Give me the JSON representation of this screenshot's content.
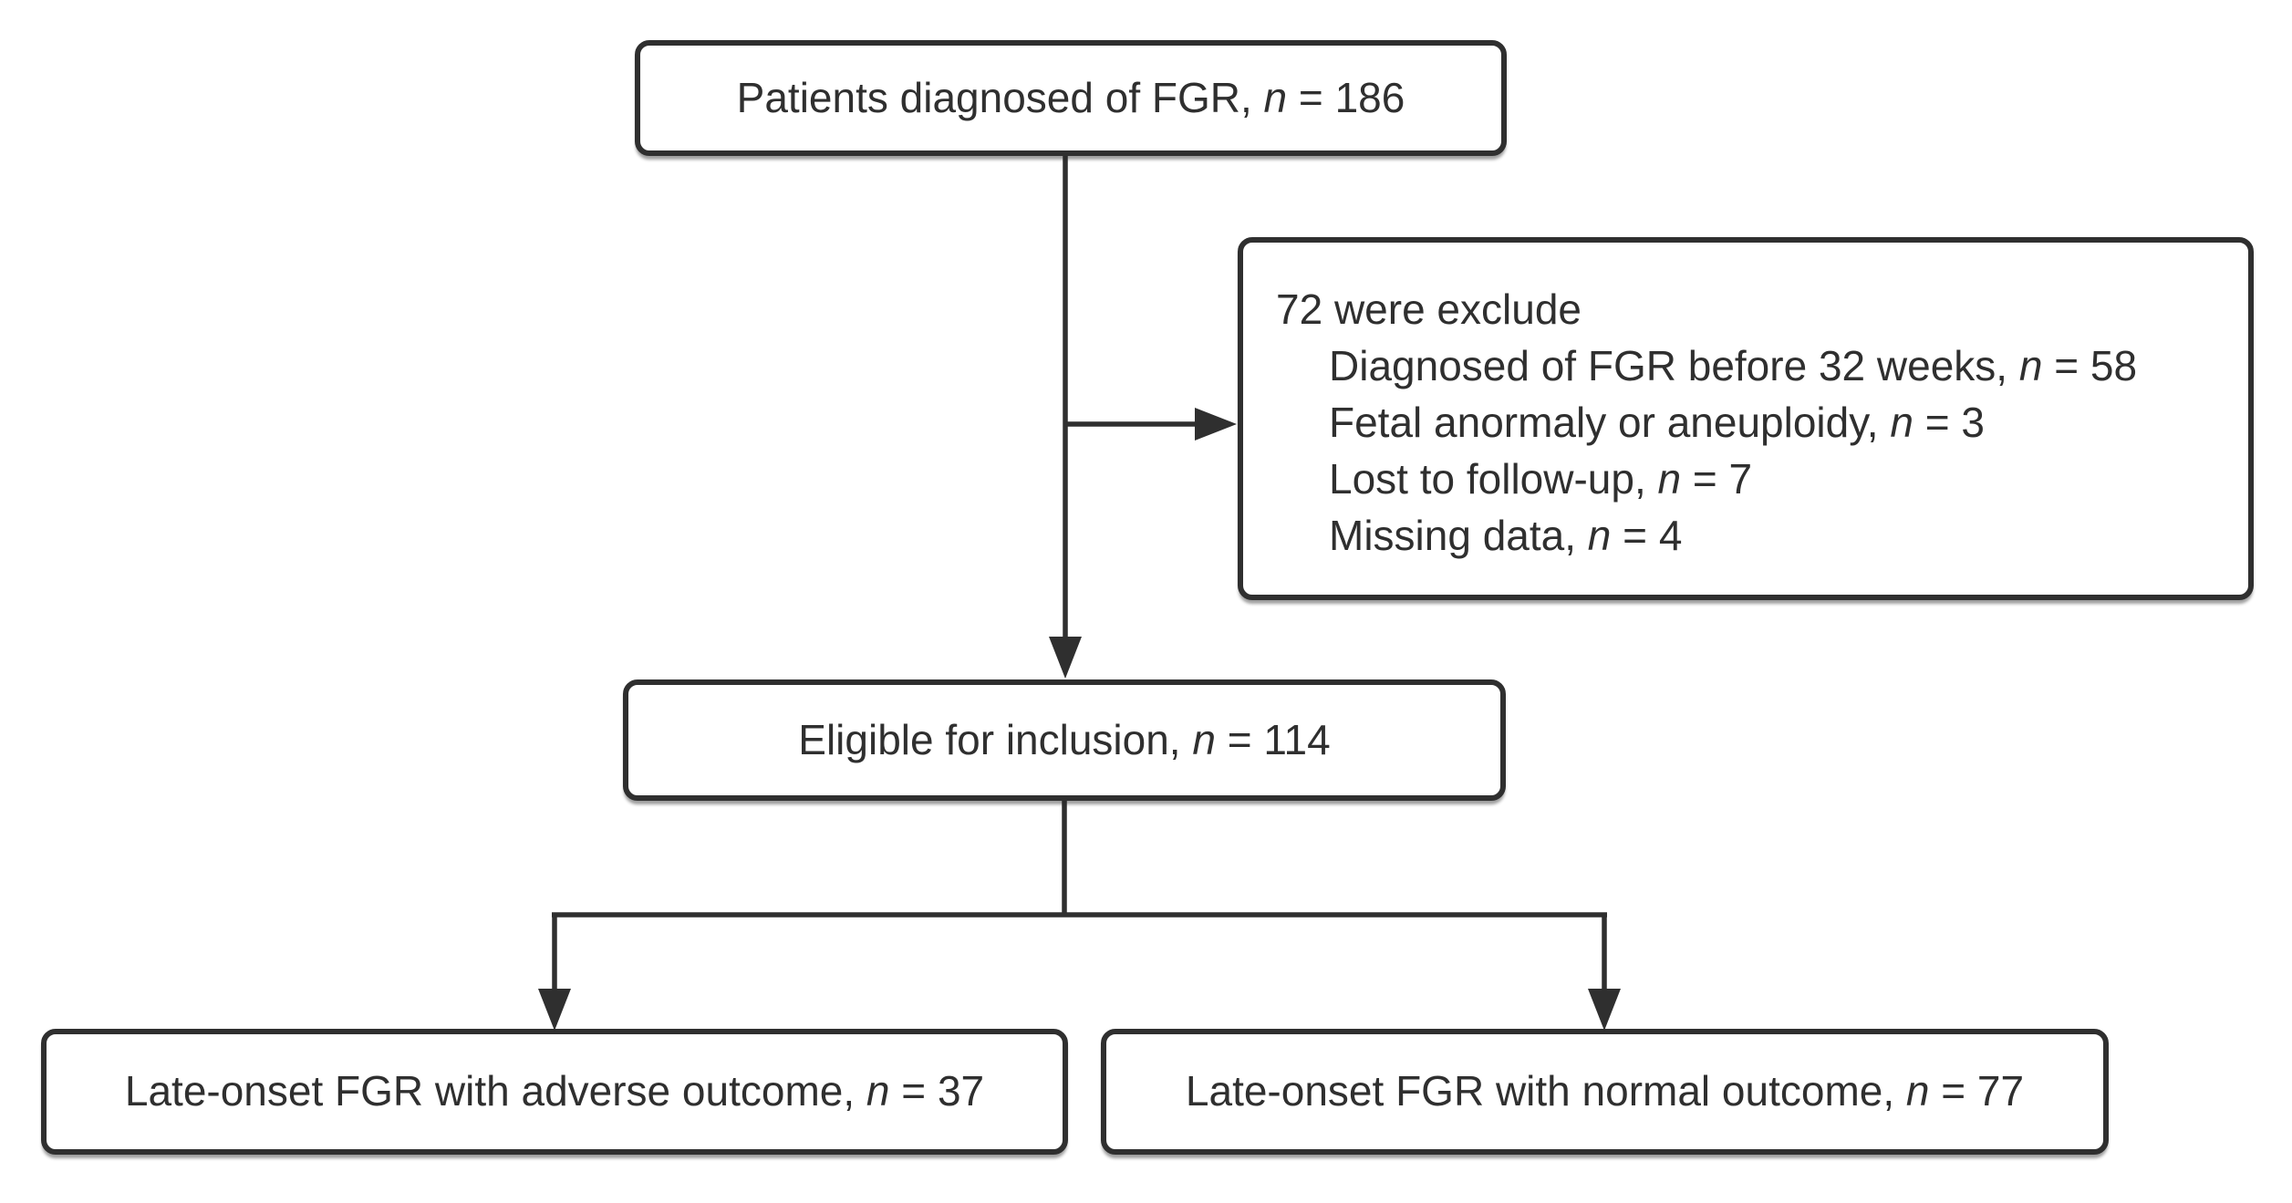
{
  "figure": {
    "kind": "patient-flow-diagram",
    "nodes": {
      "top": {
        "text": "Patients diagnosed of FGR, ",
        "n": "n",
        "value": " = 186"
      },
      "excluded": {
        "header": "72 were exclude",
        "items": [
          {
            "text": "Diagnosed of FGR before 32 weeks, ",
            "n": "n",
            "value": " = 58"
          },
          {
            "text": "Fetal anormaly or aneuploidy, ",
            "n": "n",
            "value": " = 3"
          },
          {
            "text": "Lost to follow-up, ",
            "n": "n",
            "value": " = 7"
          },
          {
            "text": "Missing data, ",
            "n": "n",
            "value": " = 4"
          }
        ]
      },
      "eligible": {
        "text": "Eligible for inclusion, ",
        "n": "n",
        "value": " = 114"
      },
      "adverse": {
        "text": "Late-onset FGR with adverse outcome, ",
        "n": "n",
        "value": " = 37"
      },
      "normal": {
        "text": "Late-onset FGR with normal outcome, ",
        "n": "n",
        "value": " = 77"
      }
    },
    "colors": {
      "line": "#2f2f2f",
      "text": "#2f2f2f",
      "node_background": "#ffffff",
      "page_background": "#ffffff"
    }
  }
}
